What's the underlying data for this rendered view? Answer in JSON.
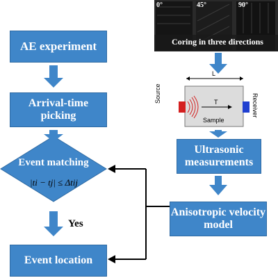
{
  "nodes": {
    "ae_experiment": "AE experiment",
    "arrival_picking": "Arrival-time picking",
    "event_matching": "Event matching",
    "event_matching_formula": "|ti − tj| ≤ Δtij",
    "event_location": "Event location",
    "ultrasonic": "Ultrasonic measurements",
    "anisotropic": "Anisotropic velocity model"
  },
  "labels": {
    "yes": "Yes",
    "coring": "Coring in three directions",
    "angle_0": "0°",
    "angle_45": "45°",
    "angle_90": "90°"
  },
  "schematic": {
    "length_label": "L",
    "source_label": "Source",
    "receiver_label": "Receiver",
    "travel_label": "T",
    "sample_label": "Sample"
  },
  "colors": {
    "box_fill": "#3f86c9",
    "arrow_fill": "#3f86c9",
    "source_red": "#d42020",
    "receiver_blue": "#1f3fd0"
  }
}
